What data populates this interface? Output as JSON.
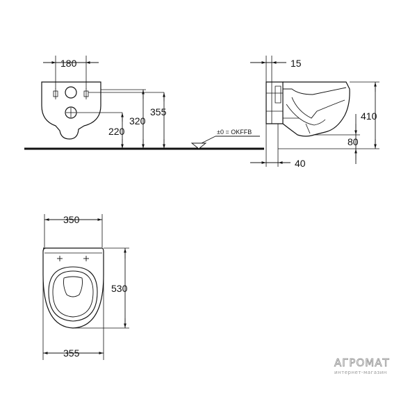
{
  "front_view": {
    "width_180": "180",
    "height_355": "355",
    "height_320": "320",
    "height_220": "220",
    "floor_ref": "±0 = OKFFB"
  },
  "side_view": {
    "offset_15": "15",
    "height_410": "410",
    "height_80": "80",
    "depth_40": "40"
  },
  "top_view": {
    "width_350": "350",
    "length_530": "530",
    "width_355": "355"
  },
  "watermark": {
    "brand": "АГРОМАТ",
    "tagline": "интернет-магазин"
  },
  "colors": {
    "line": "#111111",
    "watermark": "#9a9a9a"
  }
}
